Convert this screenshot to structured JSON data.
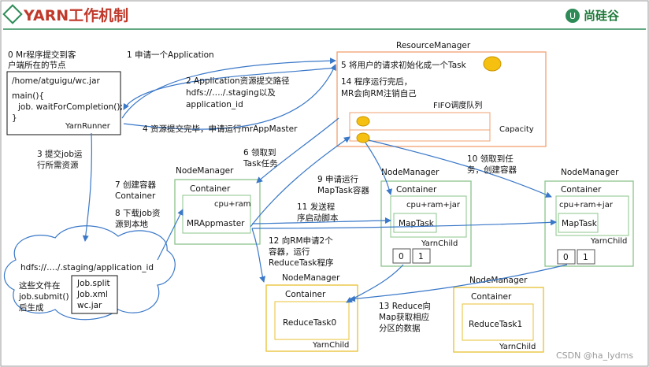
{
  "header": {
    "title": "YARN工作机制",
    "brand": "尚硅谷",
    "colors": {
      "title": "#c0392b",
      "accent": "#2e8b57",
      "rm_border": "#f0a070",
      "nm_border": "#8bc48b",
      "reduce_border": "#e8c030",
      "arrow": "#3a78c8"
    }
  },
  "client": {
    "note_line1": "0 Mr程序提交到客",
    "note_line2": "户端所在的节点",
    "path": "/home/atguigu/wc.jar",
    "code_line1": "main(){",
    "code_line2": "job. waitForCompletion();",
    "code_line3": "}",
    "runner": "YarnRunner"
  },
  "steps": {
    "s1": "1 申请一个Application",
    "s2_line1": "2 Application资源提交路径",
    "s2_line2": "hdfs://…./.staging以及",
    "s2_line3": "application_id",
    "s3_line1": "3 提交job运",
    "s3_line2": "行所需资源",
    "s4": "4 资源提交完毕，申请运行mrAppMaster",
    "s6_line1": "6 领取到",
    "s6_line2": "Task任务",
    "s7_line1": "7 创建容器",
    "s7_line2": "Container",
    "s8_line1": "8 下载job资",
    "s8_line2": "源到本地",
    "s9_line1": "9 申请运行",
    "s9_line2": "MapTask容器",
    "s10_line1": "10 领取到任",
    "s10_line2": "务，创建容器",
    "s11_line1": "11 发送程",
    "s11_line2": "序启动脚本",
    "s12_line1": "12 向RM申请2个",
    "s12_line2": "容器，运行",
    "s12_line3": "ReduceTask程序",
    "s13_line1": "13 Reduce向",
    "s13_line2": "Map获取相应",
    "s13_line3": "分区的数据"
  },
  "resource_manager": {
    "label": "ResourceManager",
    "step5": "5 将用户的请求初始化成一个Task",
    "step14_line1": "14 程序运行完后，",
    "step14_line2": "MR会向RM注销自己",
    "fifo": "FIFO调度队列",
    "capacity": "Capacity"
  },
  "node_managers": {
    "nm_am": {
      "label": "NodeManager",
      "container": "Container",
      "resource": "cpu+ram",
      "app": "MRAppmaster"
    },
    "nm_map1": {
      "label": "NodeManager",
      "container": "Container",
      "resource": "cpu+ram+jar",
      "task": "MapTask",
      "child": "YarnChild",
      "part0": "0",
      "part1": "1"
    },
    "nm_map2": {
      "label": "NodeManager",
      "container": "Container",
      "resource": "cpu+ram+jar",
      "task": "MapTask",
      "child": "YarnChild",
      "part0": "0",
      "part1": "1"
    },
    "nm_red0": {
      "label": "NodeManager",
      "container": "Container",
      "task": "ReduceTask0",
      "child": "YarnChild"
    },
    "nm_red1": {
      "label": "NodeManager",
      "container": "Container",
      "task": "ReduceTask1",
      "child": "YarnChild"
    }
  },
  "hdfs": {
    "path": "hdfs://…./.staging/application_id",
    "note_line1": "这些文件在",
    "note_line2": "job.submit()",
    "note_line3": "后生成",
    "file1": "Job.split",
    "file2": "Job.xml",
    "file3": "wc.jar"
  },
  "footer": {
    "watermark": "CSDN @ha_lydms"
  }
}
